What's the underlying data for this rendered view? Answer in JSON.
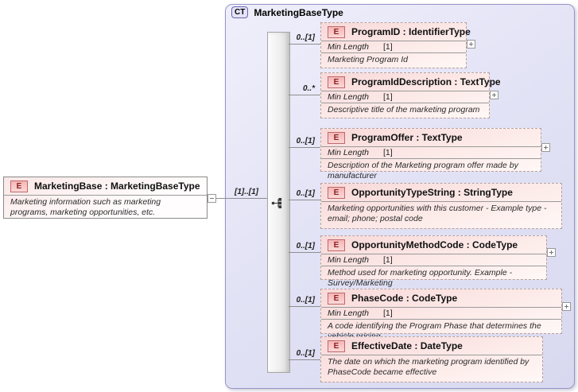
{
  "root_element": {
    "badge": "E",
    "title": "MarketingBase : MarketingBaseType",
    "annotation": "Marketing information such as marketing programs, marketing opportunities, etc."
  },
  "connector": {
    "cardinality": "[1]..[1]"
  },
  "complex_type": {
    "badge": "CT",
    "title": "MarketingBaseType",
    "compositor": "sequence",
    "children": [
      {
        "badge": "E",
        "name": "ProgramID : IdentifierType",
        "cardinality": "0..[1]",
        "facet_label": "Min Length",
        "facet_value": "[1]",
        "annotation": "Marketing Program Id"
      },
      {
        "badge": "E",
        "name": "ProgramIdDescription : TextType",
        "cardinality": "0..*",
        "facet_label": "Min Length",
        "facet_value": "[1]",
        "annotation": "Descriptive title of the marketing program"
      },
      {
        "badge": "E",
        "name": "ProgramOffer : TextType",
        "cardinality": "0..[1]",
        "facet_label": "Min Length",
        "facet_value": "[1]",
        "annotation": "Description of the Marketing program offer made by manufacturer"
      },
      {
        "badge": "E",
        "name": "OpportunityTypeString : StringType",
        "cardinality": "0..[1]",
        "annotation": "Marketing opportunities with this customer - Example type -email; phone; postal code"
      },
      {
        "badge": "E",
        "name": "OpportunityMethodCode : CodeType",
        "cardinality": "0..[1]",
        "facet_label": "Min Length",
        "facet_value": "[1]",
        "annotation": "Method used for marketing opportunity. Example -Survey/Marketing"
      },
      {
        "badge": "E",
        "name": "PhaseCode : CodeType",
        "cardinality": "0..[1]",
        "facet_label": "Min Length",
        "facet_value": "[1]",
        "annotation": "A code identifying the Program Phase that determines the vehicle pricing"
      },
      {
        "badge": "E",
        "name": "EffectiveDate : DateType",
        "cardinality": "0..[1]",
        "annotation": "The date on which the marketing program identified by PhaseCode became effective"
      }
    ]
  },
  "colors": {
    "container_fill": "#e3e3f6",
    "container_border": "#9595c8",
    "node_fill_top": "#f8d9d9",
    "node_border": "#b3a3a3",
    "element_badge_fill": "#f5b6b6",
    "element_badge_border": "#c06868",
    "element_badge_text": "#8b2020",
    "connector_line": "#8f8f8f"
  }
}
